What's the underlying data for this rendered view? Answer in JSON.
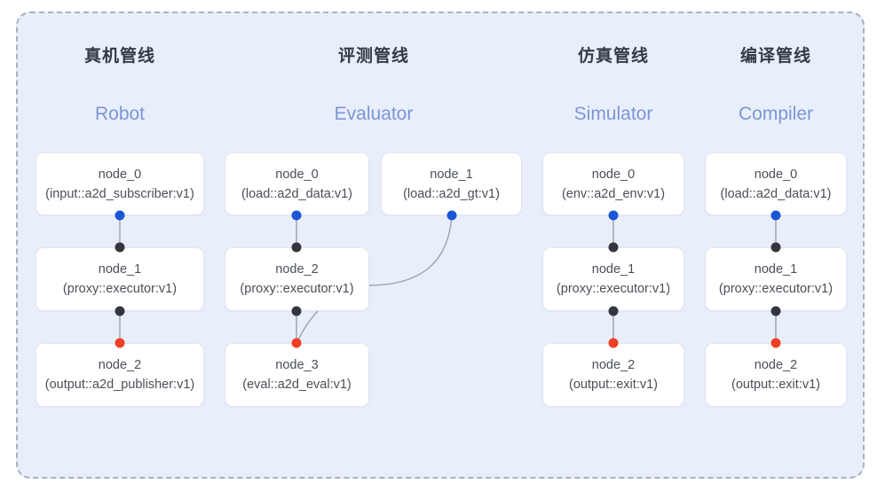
{
  "diagram": {
    "background_color": "#e9eefb",
    "frame_border_color": "#a9b0bd",
    "accent_color": "#7b96d4",
    "port_colors": {
      "input": "#1a56d6",
      "middle": "#33373d",
      "output": "#ef4023"
    }
  },
  "columns": [
    {
      "id": "robot",
      "title_cn": "真机管线",
      "title_en": "Robot",
      "nodes": [
        {
          "name": "node_0",
          "spec": "(input::a2d_subscriber:v1)"
        },
        {
          "name": "node_1",
          "spec": "(proxy::executor:v1)"
        },
        {
          "name": "node_2",
          "spec": "(output::a2d_publisher:v1)"
        }
      ]
    },
    {
      "id": "evaluator",
      "title_cn": "评测管线",
      "title_en": "Evaluator",
      "nodes": [
        {
          "name": "node_0",
          "spec": "(load::a2d_data:v1)"
        },
        {
          "name": "node_2",
          "spec": "(proxy::executor:v1)"
        },
        {
          "name": "node_3",
          "spec": "(eval::a2d_eval:v1)"
        }
      ],
      "side_node": {
        "name": "node_1",
        "spec": "(load::a2d_gt:v1)"
      }
    },
    {
      "id": "simulator",
      "title_cn": "仿真管线",
      "title_en": "Simulator",
      "nodes": [
        {
          "name": "node_0",
          "spec": "(env::a2d_env:v1)"
        },
        {
          "name": "node_1",
          "spec": "(proxy::executor:v1)"
        },
        {
          "name": "node_2",
          "spec": "(output::exit:v1)"
        }
      ]
    },
    {
      "id": "compiler",
      "title_cn": "编译管线",
      "title_en": "Compiler",
      "nodes": [
        {
          "name": "node_0",
          "spec": "(load::a2d_data:v1)"
        },
        {
          "name": "node_1",
          "spec": "(proxy::executor:v1)"
        },
        {
          "name": "node_2",
          "spec": "(output::exit:v1)"
        }
      ]
    }
  ]
}
